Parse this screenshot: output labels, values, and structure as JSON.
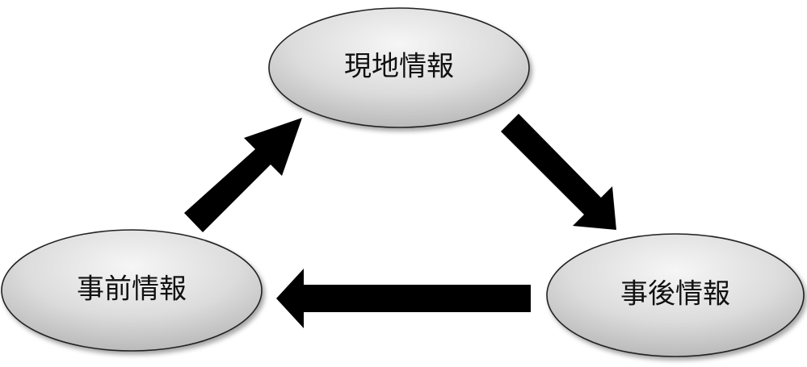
{
  "diagram": {
    "nodes": {
      "current": "現地情報",
      "after": "事後情報",
      "before": "事前情報"
    },
    "colors": {
      "node_fill_light": "#f4f4f4",
      "node_fill_dark": "#b9b9b9",
      "node_stroke": "#222222",
      "arrow": "#000000",
      "text": "#111111"
    }
  }
}
